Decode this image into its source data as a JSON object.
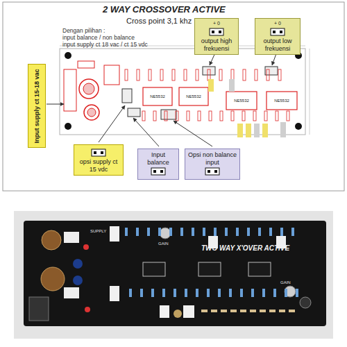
{
  "diagram": {
    "title": "2 WAY CROSSOVER ACTIVE",
    "nodes": [
      {
        "text": [
          "Input supply ct 15-18 vac"
        ]
      },
      {
        "text": [
          "+ 0",
          "output high frekuensi"
        ]
      },
      {
        "text": [
          "+ 0",
          "output low frekuensi"
        ]
      },
      {
        "text": [
          "opsi supply ct 15 vdc"
        ]
      },
      {
        "text": [
          "Input balance"
        ]
      },
      {
        "text": [
          "Opsi non balance input"
        ]
      }
    ],
    "labels": [
      "Cross point 3,1 khz",
      "Dengan pilihan :",
      "input balance / non balance",
      "input supply ct 18 vac / ct 15 vdc",
      "NE5532",
      "NE5532",
      "NE5532",
      "NE5532",
      "TWO WAY X'OVER ACTIVE",
      "GAIN",
      "GAIN",
      "SUPPLY"
    ]
  }
}
